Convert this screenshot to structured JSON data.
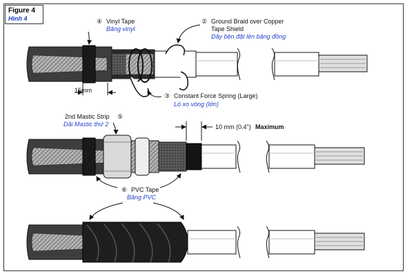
{
  "figure": {
    "title": "Figure 4",
    "subtitle": "Hình 4"
  },
  "labels": {
    "vinyl_tape": {
      "num": "④",
      "en": "Vinyl Tape",
      "vi": "Băng vinyl"
    },
    "ground_braid": {
      "num": "②",
      "en_line1": "Ground Braid over Copper",
      "en_line2": "Tape Shield",
      "vi": "Dây bện đặt lên băng đồng"
    },
    "spring": {
      "num": "③",
      "en": "Constant Force Spring (Large)",
      "vi": "Lò xo vòng (lớn)"
    },
    "dim_15mm": "15mm",
    "mastic": {
      "num": "⑤",
      "en": "2nd Mastic Strip",
      "vi": "Dải Mastic thứ 2"
    },
    "dim_10mm": {
      "value": "10 mm (0.4\")",
      "qualifier": "Maximum"
    },
    "pvc_tape": {
      "num": "⑥",
      "en": "PVC Tape",
      "vi": "Băng PVC"
    }
  },
  "colors": {
    "jacket": "#3a3a3a",
    "braid": "#a9a9a9",
    "tape": "#1b1b1b",
    "insulation": "#ffffff",
    "conductor": "#d8d8d8",
    "vietnamese_text": "#2443c9"
  }
}
